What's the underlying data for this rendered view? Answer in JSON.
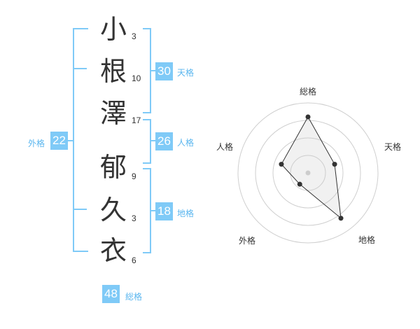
{
  "name_chars": [
    {
      "char": "小",
      "strokes": "3"
    },
    {
      "char": "根",
      "strokes": "10"
    },
    {
      "char": "澤",
      "strokes": "17"
    },
    {
      "char": "郁",
      "strokes": "9"
    },
    {
      "char": "久",
      "strokes": "3"
    },
    {
      "char": "衣",
      "strokes": "6"
    }
  ],
  "kaku": {
    "tenkaku": {
      "value": "30",
      "label": "天格"
    },
    "jinkaku": {
      "value": "26",
      "label": "人格"
    },
    "chikaku": {
      "value": "18",
      "label": "地格"
    },
    "gaikaku": {
      "value": "22",
      "label": "外格"
    },
    "soukaku": {
      "value": "48",
      "label": "総格"
    }
  },
  "radar": {
    "axes": [
      "総格",
      "天格",
      "地格",
      "外格",
      "人格"
    ],
    "scores": [
      4,
      2,
      4,
      1,
      2
    ],
    "max": 5
  },
  "colors": {
    "accent": "#7fcaf7",
    "text": "#333333"
  }
}
